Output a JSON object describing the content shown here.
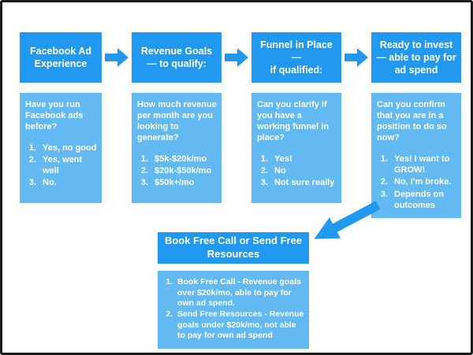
{
  "colors": {
    "stage_bg": "#2299f0",
    "detail_bg": "#63b9f2",
    "arrow": "#2299f0",
    "text": "#ffffff",
    "border": "#1b1b1b",
    "page_bg": "#ffffff"
  },
  "flow": {
    "stages": [
      {
        "title_lines": [
          "Facebook Ad",
          "Experience"
        ],
        "question": "Have you run Facebook ads before?",
        "options": [
          "Yes, no good",
          "Yes, went well",
          "No."
        ]
      },
      {
        "title_lines": [
          "Revenue Goals",
          "— to qualify:"
        ],
        "question": "How much revenue per month are you looking to generate?",
        "options": [
          "$5k-$20k/mo",
          "$20k-$50k/mo",
          "$50k+/mo"
        ]
      },
      {
        "title_lines": [
          "Funnel in Place —",
          "if qualified:"
        ],
        "question": "Can you clarify if you have a working funnel in place?",
        "options": [
          "Yes!",
          "No",
          "Not sure really"
        ]
      },
      {
        "title_lines": [
          "Ready to invest",
          "— able to pay for",
          "ad spend"
        ],
        "question": "Can you confirm that you are in a position to do so now?",
        "options": [
          "Yes! I want to GROW!",
          "No, I'm broke.",
          "Depends on outcomes"
        ]
      }
    ],
    "outcome": {
      "title_lines": [
        "Book Free Call or Send Free",
        "Resources"
      ],
      "options": [
        "Book Free Call - Revenue goals over $20k/mo, able to pay for own ad spend.",
        "Send Free Resources - Revenue goals under $20k/mo, not able to pay for own ad spend"
      ]
    }
  }
}
